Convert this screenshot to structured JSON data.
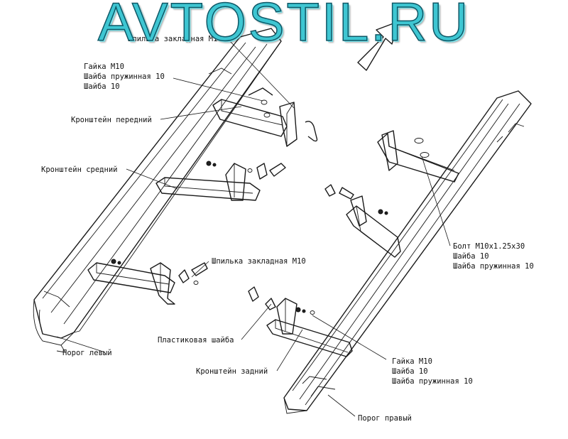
{
  "banner": "AVTOSTIL.RU",
  "labels": {
    "stud_top": "Шпилька закладная М10",
    "nut_group_left": [
      "Гайка М10",
      "Шайба пружинная 10",
      "Шайба 10"
    ],
    "bracket_front": "Кронштейн передний",
    "bracket_middle": "Кронштейн средний",
    "stud_mid": "Шпилька закладная М10",
    "bolt_group": [
      "Болт М10х1.25х30",
      "Шайба 10",
      "Шайба пружинная 10"
    ],
    "plastic_washer": "Пластиковая шайба",
    "bracket_rear": "Кронштейн задний",
    "nut_group_right": [
      "Гайка М10",
      "Шайба 10",
      "Шайба пружинная 10"
    ],
    "sill_left": "Порог левый",
    "sill_right": "Порог правый"
  },
  "icons": {
    "direction": "arrow-up-right-icon"
  }
}
